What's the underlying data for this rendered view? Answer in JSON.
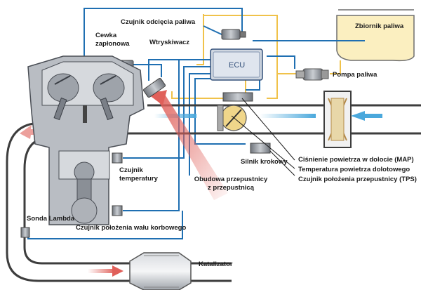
{
  "labels": {
    "fuel_cutoff_sensor": "Czujnik odcięcia paliwa",
    "fuel_tank": "Zbiornik paliwa",
    "ignition_coil": "Cewka zapłonowa",
    "injector": "Wtryskiwacz",
    "ecu": "ECU",
    "fuel_pump": "Pompa paliwa",
    "stepper_motor": "Silnik krokowy",
    "intake_pressure": "Ciśnienie powietrza w dolocie (MAP)",
    "intake_temp": "Temperatura powietrza dolotowego",
    "throttle_position": "Czujnik położenia przepustnicy (TPS)",
    "throttle_body": "Obudowa przepustnicy z przepustnicą",
    "temp_sensor": "Czujnik temperatury",
    "lambda_probe": "Sonda Lambda",
    "crank_sensor": "Czujnik położenia wału korbowego",
    "catalyst": "Katalizator"
  },
  "colors": {
    "wire_blue": "#1f6fb2",
    "fuel_line": "#f0c24a",
    "tank_fill": "#fbefc0",
    "exhaust_pipe": "#3d3d3d",
    "engine_gray": "#8c9198",
    "flow_red": "#e0605a",
    "flow_blue": "#4aa8dc"
  }
}
